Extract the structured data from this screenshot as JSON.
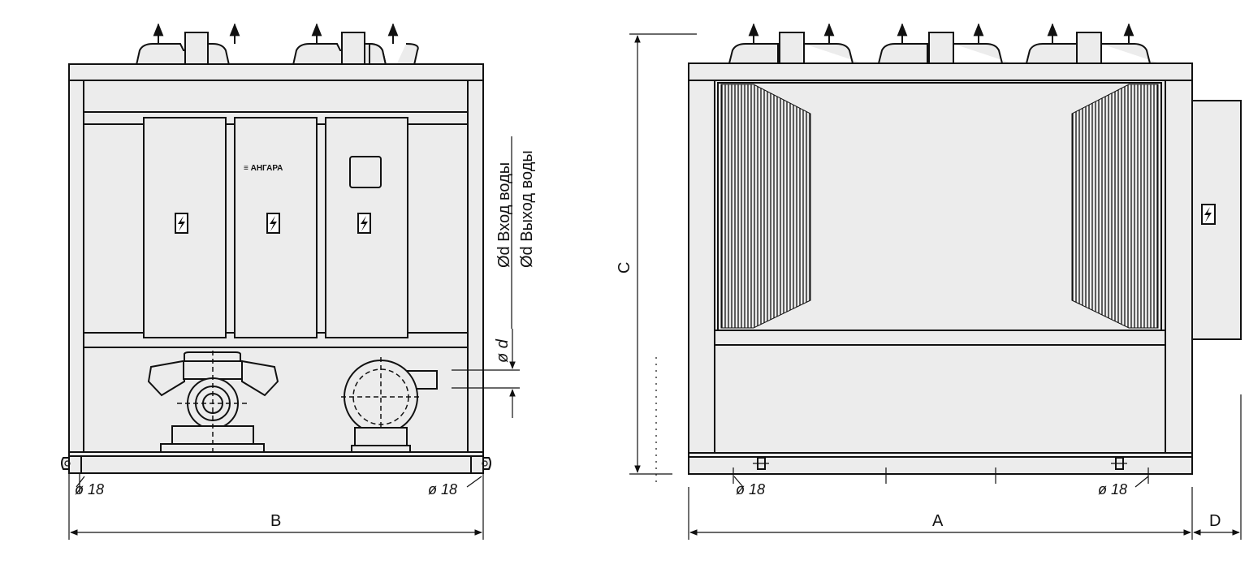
{
  "brand_logo_text": "≡ АНГАРА",
  "icons": {
    "electrical_warning": "lightning-bolt-icon",
    "air_outflow": "arrow-up-icon"
  },
  "labels": {
    "hole_left_a": "ø 18",
    "hole_left_b": "ø 18",
    "hole_right_a": "ø 18",
    "hole_right_b": "ø 18",
    "dim_b": "B",
    "dim_a": "A",
    "dim_c": "C",
    "dim_d": "D",
    "dim_pipe": "ø d",
    "water_in": "Ød Вход воды",
    "water_out": "Ød Выход воды"
  }
}
